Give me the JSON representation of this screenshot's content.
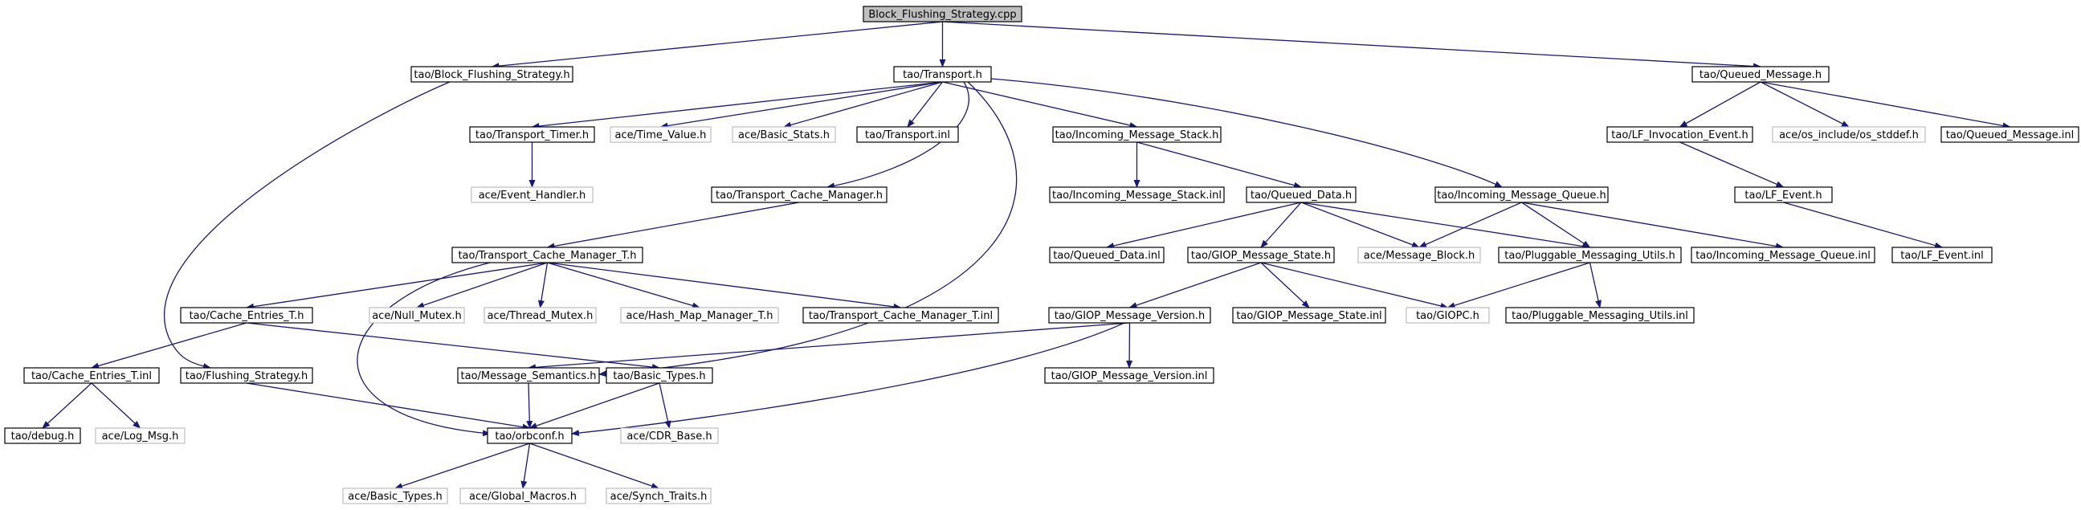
{
  "graph": {
    "title": "Block_Flushing_Strategy.cpp",
    "colors": {
      "edge": "#191970",
      "internal_border": "#000000",
      "external_border": "#bfbfbf",
      "root_fill": "#bfbfbf"
    },
    "nodes": [
      {
        "id": "root",
        "label": "Block_Flushing_Strategy.cpp",
        "kind": "root"
      },
      {
        "id": "bfs_h",
        "label": "tao/Block_Flushing_Strategy.h",
        "kind": "internal"
      },
      {
        "id": "transport_h",
        "label": "tao/Transport.h",
        "kind": "internal"
      },
      {
        "id": "qm_h",
        "label": "tao/Queued_Message.h",
        "kind": "internal"
      },
      {
        "id": "tt_h",
        "label": "tao/Transport_Timer.h",
        "kind": "internal"
      },
      {
        "id": "tv_h",
        "label": "ace/Time_Value.h",
        "kind": "external"
      },
      {
        "id": "bs_h",
        "label": "ace/Basic_Stats.h",
        "kind": "external"
      },
      {
        "id": "transport_inl",
        "label": "tao/Transport.inl",
        "kind": "internal"
      },
      {
        "id": "ims_h",
        "label": "tao/Incoming_Message_Stack.h",
        "kind": "internal"
      },
      {
        "id": "lfie_h",
        "label": "tao/LF_Invocation_Event.h",
        "kind": "internal"
      },
      {
        "id": "osstd_h",
        "label": "ace/os_include/os_stddef.h",
        "kind": "external"
      },
      {
        "id": "qm_inl",
        "label": "tao/Queued_Message.inl",
        "kind": "internal"
      },
      {
        "id": "eh_h",
        "label": "ace/Event_Handler.h",
        "kind": "external"
      },
      {
        "id": "tcm_h",
        "label": "tao/Transport_Cache_Manager.h",
        "kind": "internal"
      },
      {
        "id": "ims_inl",
        "label": "tao/Incoming_Message_Stack.inl",
        "kind": "internal"
      },
      {
        "id": "qd_h",
        "label": "tao/Queued_Data.h",
        "kind": "internal"
      },
      {
        "id": "imq_h",
        "label": "tao/Incoming_Message_Queue.h",
        "kind": "internal"
      },
      {
        "id": "lfe_h",
        "label": "tao/LF_Event.h",
        "kind": "internal"
      },
      {
        "id": "tcmt_h",
        "label": "tao/Transport_Cache_Manager_T.h",
        "kind": "internal"
      },
      {
        "id": "qd_inl",
        "label": "tao/Queued_Data.inl",
        "kind": "internal"
      },
      {
        "id": "gms_h",
        "label": "tao/GIOP_Message_State.h",
        "kind": "internal"
      },
      {
        "id": "mb_h",
        "label": "ace/Message_Block.h",
        "kind": "external"
      },
      {
        "id": "pmu_h",
        "label": "tao/Pluggable_Messaging_Utils.h",
        "kind": "internal"
      },
      {
        "id": "imq_inl",
        "label": "tao/Incoming_Message_Queue.inl",
        "kind": "internal"
      },
      {
        "id": "lfe_inl",
        "label": "tao/LF_Event.inl",
        "kind": "internal"
      },
      {
        "id": "ce_h",
        "label": "tao/Cache_Entries_T.h",
        "kind": "internal"
      },
      {
        "id": "nm_h",
        "label": "ace/Null_Mutex.h",
        "kind": "external"
      },
      {
        "id": "tm_h",
        "label": "ace/Thread_Mutex.h",
        "kind": "external"
      },
      {
        "id": "hmm_h",
        "label": "ace/Hash_Map_Manager_T.h",
        "kind": "external"
      },
      {
        "id": "tcmt_inl",
        "label": "tao/Transport_Cache_Manager_T.inl",
        "kind": "internal"
      },
      {
        "id": "gmv_h",
        "label": "tao/GIOP_Message_Version.h",
        "kind": "internal"
      },
      {
        "id": "gms_inl",
        "label": "tao/GIOP_Message_State.inl",
        "kind": "internal"
      },
      {
        "id": "giopc_h",
        "label": "tao/GIOPC.h",
        "kind": "external"
      },
      {
        "id": "pmu_inl",
        "label": "tao/Pluggable_Messaging_Utils.inl",
        "kind": "internal"
      },
      {
        "id": "ce_inl",
        "label": "tao/Cache_Entries_T.inl",
        "kind": "internal"
      },
      {
        "id": "fs_h",
        "label": "tao/Flushing_Strategy.h",
        "kind": "internal"
      },
      {
        "id": "ms_h",
        "label": "tao/Message_Semantics.h",
        "kind": "internal"
      },
      {
        "id": "bt_h",
        "label": "tao/Basic_Types.h",
        "kind": "internal"
      },
      {
        "id": "gmv_inl",
        "label": "tao/GIOP_Message_Version.inl",
        "kind": "internal"
      },
      {
        "id": "debug_h",
        "label": "tao/debug.h",
        "kind": "internal"
      },
      {
        "id": "logmsg_h",
        "label": "ace/Log_Msg.h",
        "kind": "external"
      },
      {
        "id": "orbconf_h",
        "label": "tao/orbconf.h",
        "kind": "internal"
      },
      {
        "id": "cdr_h",
        "label": "ace/CDR_Base.h",
        "kind": "external"
      },
      {
        "id": "abt_h",
        "label": "ace/Basic_Types.h",
        "kind": "external"
      },
      {
        "id": "gm_h",
        "label": "ace/Global_Macros.h",
        "kind": "external"
      },
      {
        "id": "st_h",
        "label": "ace/Synch_Traits.h",
        "kind": "external"
      }
    ],
    "edges": [
      [
        "root",
        "bfs_h"
      ],
      [
        "root",
        "transport_h"
      ],
      [
        "root",
        "qm_h"
      ],
      [
        "bfs_h",
        "fs_h"
      ],
      [
        "transport_h",
        "tt_h"
      ],
      [
        "transport_h",
        "tv_h"
      ],
      [
        "transport_h",
        "bs_h"
      ],
      [
        "transport_h",
        "transport_inl"
      ],
      [
        "transport_h",
        "ims_h"
      ],
      [
        "transport_h",
        "imq_h"
      ],
      [
        "transport_h",
        "tcm_h"
      ],
      [
        "transport_h",
        "ms_h"
      ],
      [
        "qm_h",
        "lfie_h"
      ],
      [
        "qm_h",
        "osstd_h"
      ],
      [
        "qm_h",
        "qm_inl"
      ],
      [
        "tt_h",
        "eh_h"
      ],
      [
        "ims_h",
        "ims_inl"
      ],
      [
        "ims_h",
        "qd_h"
      ],
      [
        "lfie_h",
        "lfe_h"
      ],
      [
        "lfe_h",
        "lfe_inl"
      ],
      [
        "tcm_h",
        "tcmt_h"
      ],
      [
        "qd_h",
        "qd_inl"
      ],
      [
        "qd_h",
        "gms_h"
      ],
      [
        "qd_h",
        "mb_h"
      ],
      [
        "qd_h",
        "pmu_h"
      ],
      [
        "imq_h",
        "mb_h"
      ],
      [
        "imq_h",
        "pmu_h"
      ],
      [
        "imq_h",
        "imq_inl"
      ],
      [
        "tcmt_h",
        "ce_h"
      ],
      [
        "tcmt_h",
        "nm_h"
      ],
      [
        "tcmt_h",
        "tm_h"
      ],
      [
        "tcmt_h",
        "hmm_h"
      ],
      [
        "tcmt_h",
        "tcmt_inl"
      ],
      [
        "tcmt_h",
        "orbconf_h"
      ],
      [
        "gms_h",
        "gmv_h"
      ],
      [
        "gms_h",
        "gms_inl"
      ],
      [
        "gms_h",
        "giopc_h"
      ],
      [
        "pmu_h",
        "giopc_h"
      ],
      [
        "pmu_h",
        "pmu_inl"
      ],
      [
        "ce_h",
        "ce_inl"
      ],
      [
        "ce_h",
        "bt_h"
      ],
      [
        "gmv_h",
        "gmv_inl"
      ],
      [
        "gmv_h",
        "ms_h"
      ],
      [
        "gmv_h",
        "orbconf_h"
      ],
      [
        "ce_inl",
        "debug_h"
      ],
      [
        "ce_inl",
        "logmsg_h"
      ],
      [
        "fs_h",
        "orbconf_h"
      ],
      [
        "ms_h",
        "orbconf_h"
      ],
      [
        "bt_h",
        "orbconf_h"
      ],
      [
        "bt_h",
        "cdr_h"
      ],
      [
        "orbconf_h",
        "abt_h"
      ],
      [
        "orbconf_h",
        "gm_h"
      ],
      [
        "orbconf_h",
        "st_h"
      ]
    ]
  }
}
